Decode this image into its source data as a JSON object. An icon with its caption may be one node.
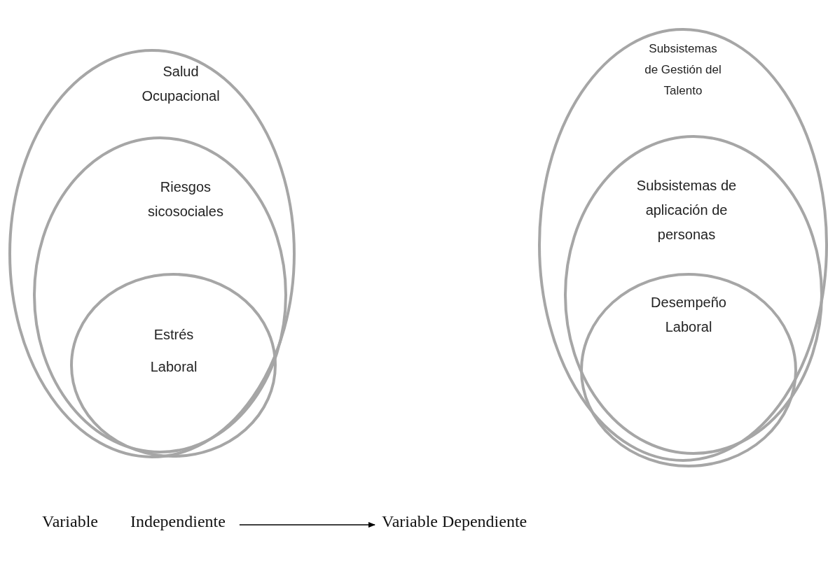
{
  "diagram": {
    "nodes": [
      {
        "text": [
          "Salud Ocupacional"
        ]
      },
      {
        "text": [
          "Riesgos sicosociales"
        ],
        "in": 0
      },
      {
        "text": [
          "Estrés Laboral"
        ],
        "in": 1
      },
      {
        "text": [
          "Subsistemas de Gestión del Talento"
        ]
      },
      {
        "text": [
          "Subsistemas de aplicación de personas"
        ],
        "in": 3
      },
      {
        "text": [
          "Desempeño Laboral"
        ],
        "in": 4
      },
      {
        "text": [
          "Variable Independiente"
        ]
      },
      {
        "text": [
          "Variable Dependiente"
        ]
      }
    ],
    "edges": [
      {
        "from": 6,
        "to": 7,
        "arrow": "to"
      }
    ]
  }
}
